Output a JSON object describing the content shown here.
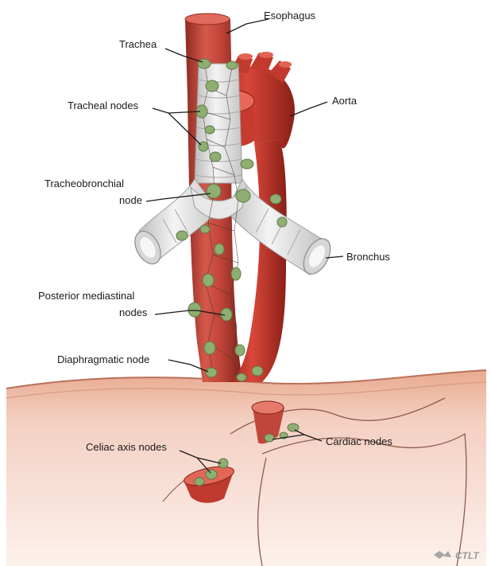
{
  "labels": {
    "esophagus": "Esophagus",
    "trachea": "Trachea",
    "tracheal_nodes": "Tracheal nodes",
    "aorta": "Aorta",
    "tracheobronchial_line1": "Tracheobronchial",
    "tracheobronchial_line2": "node",
    "bronchus": "Bronchus",
    "posterior_line1": "Posterior mediastinal",
    "posterior_line2": "nodes",
    "diaphragmatic": "Diaphragmatic node",
    "cardiac": "Cardiac nodes",
    "celiac": "Celiac axis nodes"
  },
  "watermark": "CTLT",
  "colors": {
    "esophagus": "#c9453a",
    "aorta": "#c9362c",
    "trachea": "#e6e6e6",
    "lymph_node": "#8fae72",
    "stomach_wall": "#eec2b2"
  }
}
